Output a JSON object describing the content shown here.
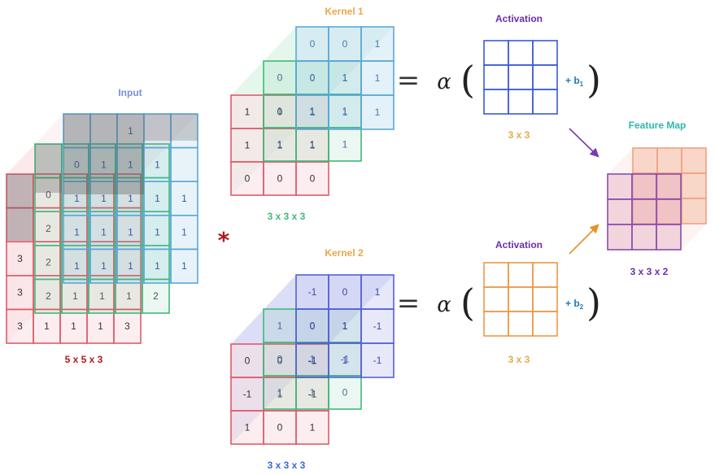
{
  "colors": {
    "red": "#e05a6a",
    "green": "#3dbb7a",
    "blue": "#5aa8d8",
    "violet": "#5560d8",
    "orange": "#e89a4a",
    "purple": "#8a4cb0",
    "teal": "#2fb8a8",
    "dark_red": "#b01a1a"
  },
  "input": {
    "title": "Input",
    "dims": "5 x 5 x 3",
    "red_channel": [
      [
        "",
        "",
        "",
        "",
        ""
      ],
      [
        "",
        "",
        "",
        "",
        ""
      ],
      [
        "3",
        "",
        "",
        "",
        ""
      ],
      [
        "3",
        "",
        "",
        "",
        ""
      ],
      [
        "3",
        "1",
        "1",
        "1",
        "3"
      ]
    ],
    "green_channel": [
      [
        "",
        "",
        "",
        "",
        ""
      ],
      [
        "0",
        "",
        "",
        "",
        ""
      ],
      [
        "2",
        "",
        "",
        "",
        ""
      ],
      [
        "2",
        "",
        "",
        "",
        ""
      ],
      [
        "2",
        "1",
        "1",
        "1",
        "2"
      ]
    ],
    "blue_channel": [
      [
        "",
        "",
        "1",
        "",
        ""
      ],
      [
        "0",
        "1",
        "1",
        "1",
        ""
      ],
      [
        "1",
        "1",
        "1",
        "1",
        "1"
      ],
      [
        "1",
        "1",
        "1",
        "1",
        "1"
      ],
      [
        "1",
        "1",
        "1",
        "1",
        "1"
      ]
    ]
  },
  "operator_symbol": "*",
  "kernel1": {
    "title": "Kernel 1",
    "dims": "3 x 3 x 3",
    "red": [
      [
        "1",
        "0",
        "1"
      ],
      [
        "1",
        "1",
        "1"
      ],
      [
        "0",
        "0",
        "0"
      ]
    ],
    "green": [
      [
        "0",
        "0",
        "1"
      ],
      [
        "1",
        "1",
        "1"
      ],
      [
        "1",
        "1",
        "1"
      ]
    ],
    "blue": [
      [
        "0",
        "0",
        "1"
      ],
      [
        "0",
        "1",
        "1"
      ],
      [
        "1",
        "1",
        "1"
      ]
    ]
  },
  "kernel2": {
    "title": "Kernel 2",
    "dims": "3 x 3 x 3",
    "red": [
      [
        "0",
        "0",
        "-1"
      ],
      [
        "-1",
        "1",
        "-1"
      ],
      [
        "1",
        "0",
        "1"
      ]
    ],
    "green": [
      [
        "1",
        "0",
        "1"
      ],
      [
        "0",
        "1",
        "-1"
      ],
      [
        "1",
        "1",
        "0"
      ]
    ],
    "blue": [
      [
        "-1",
        "0",
        "1"
      ],
      [
        "0",
        "1",
        "-1"
      ],
      [
        "-1",
        "1",
        "-1"
      ]
    ]
  },
  "equals": "=",
  "alpha": "α",
  "open_paren": "(",
  "close_paren": ")",
  "activation1": {
    "title": "Activation",
    "dims": "3 x 3",
    "bias": "+ b",
    "bias_sub": "1"
  },
  "activation2": {
    "title": "Activation",
    "dims": "3 x 3",
    "bias": "+ b",
    "bias_sub": "2"
  },
  "feature_map": {
    "title": "Feature Map",
    "dims": "3 x 3 x 2"
  }
}
